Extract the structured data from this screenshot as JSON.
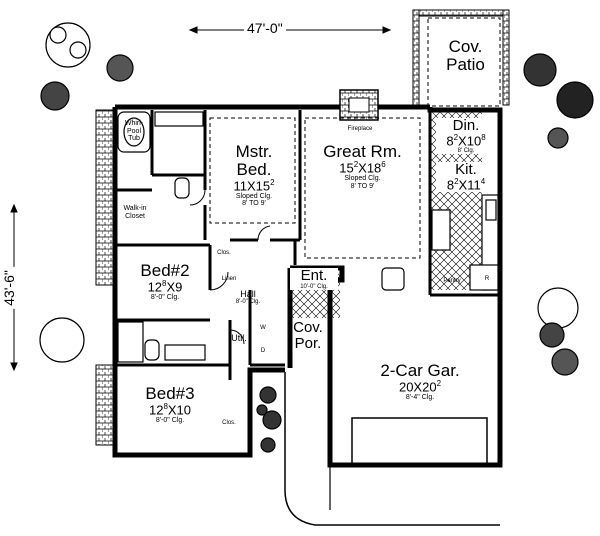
{
  "dimensions": {
    "width": "47'-0\"",
    "depth": "43'-6\""
  },
  "rooms": {
    "cov_patio": {
      "name": "Cov.",
      "name2": "Patio"
    },
    "mstr_bed": {
      "name": "Mstr.",
      "name2": "Bed.",
      "size": "11X15",
      "size_sup": "2",
      "note": "Sloped Clg.",
      "note2": "8' TO 9'"
    },
    "great_rm": {
      "name": "Great Rm.",
      "size": "15",
      "size_sup": "2",
      "size2": "X18",
      "size2_sup": "6",
      "note": "Sloped Clg.",
      "note2": "8' TO 9'"
    },
    "din": {
      "name": "Din.",
      "size": "8",
      "size_sup": "2",
      "size2": "X10",
      "size2_sup": "8",
      "note": "8' Clg."
    },
    "kit": {
      "name": "Kit.",
      "size": "8",
      "size_sup": "2",
      "size2": "X11",
      "size2_sup": "4"
    },
    "bed2": {
      "name": "Bed#2",
      "size": "12",
      "size_sup": "8",
      "size2": "X9",
      "note": "8'-0\" Clg."
    },
    "bed3": {
      "name": "Bed#3",
      "size": "12",
      "size_sup": "8",
      "size2": "X10",
      "note": "8'-0\" Clg."
    },
    "garage": {
      "name": "2-Car Gar.",
      "size": "20X20",
      "size_sup": "2",
      "note": "8'-4\" Clg."
    },
    "ent": {
      "name": "Ent.",
      "note": "10'-0\" Clg."
    },
    "cov_por": {
      "name": "Cov.",
      "name2": "Por."
    },
    "hall": {
      "name": "Hall",
      "note": "8'-0\" Clg."
    },
    "util": {
      "name": "Util."
    },
    "whirlpool": {
      "name": "Whirl-",
      "name2": "Pool",
      "name3": "Tub"
    },
    "walkin": {
      "name": "Walk-in",
      "name2": "Closet"
    },
    "fireplace": {
      "name": "Fireplace"
    },
    "clos_a": {
      "name": "Clos."
    },
    "clos_b": {
      "name": "Clos."
    },
    "linen": {
      "name": "Linen"
    },
    "pantry": {
      "name": "Pantry"
    },
    "fridge": {
      "name": "R"
    },
    "washer": {
      "name": "W"
    },
    "dryer": {
      "name": "D"
    }
  },
  "colors": {
    "line": "#000000",
    "background": "#ffffff"
  }
}
